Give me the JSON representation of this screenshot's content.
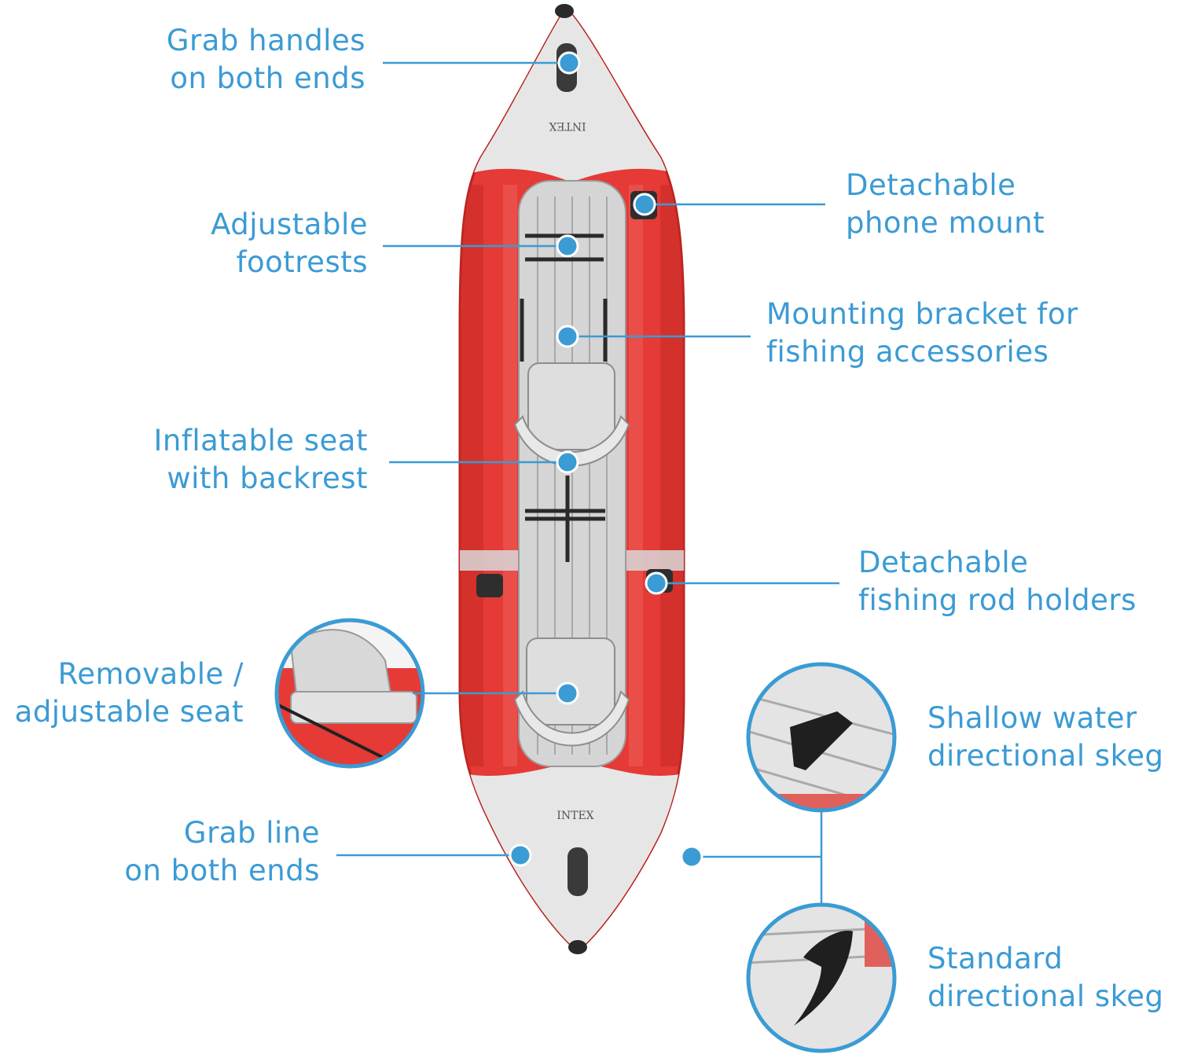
{
  "colors": {
    "accent": "#3b9bd4",
    "hull_red": "#e53a36",
    "hull_red_dark": "#b8231f",
    "deck_grey": "#e4e4e4",
    "floor_grey": "#d3d3d3",
    "fitting_black": "#2a2a2a"
  },
  "brand": {
    "bow_logo": "INTEX",
    "stern_logo": "INTEX"
  },
  "callouts": [
    {
      "id": "grab-handles",
      "lines": [
        "Grab handles",
        "on both ends"
      ]
    },
    {
      "id": "adjustable-footrests",
      "lines": [
        "Adjustable",
        "footrests"
      ]
    },
    {
      "id": "inflatable-seat",
      "lines": [
        "Inflatable seat",
        "with backrest"
      ]
    },
    {
      "id": "removable-seat",
      "lines": [
        "Removable /",
        "adjustable seat"
      ]
    },
    {
      "id": "grab-line",
      "lines": [
        "Grab line",
        "on both ends"
      ]
    },
    {
      "id": "phone-mount",
      "lines": [
        "Detachable",
        "phone mount"
      ]
    },
    {
      "id": "mounting-bracket",
      "lines": [
        "Mounting bracket for",
        "fishing accessories"
      ]
    },
    {
      "id": "rod-holders",
      "lines": [
        "Detachable",
        "fishing rod holders"
      ]
    },
    {
      "id": "shallow-skeg",
      "lines": [
        "Shallow water",
        "directional skeg"
      ]
    },
    {
      "id": "standard-skeg",
      "lines": [
        "Standard",
        "directional skeg"
      ]
    }
  ],
  "icons": [
    "callout-dot-icon",
    "seat-inset-icon",
    "shallow-skeg-inset-icon",
    "standard-skeg-inset-icon"
  ]
}
